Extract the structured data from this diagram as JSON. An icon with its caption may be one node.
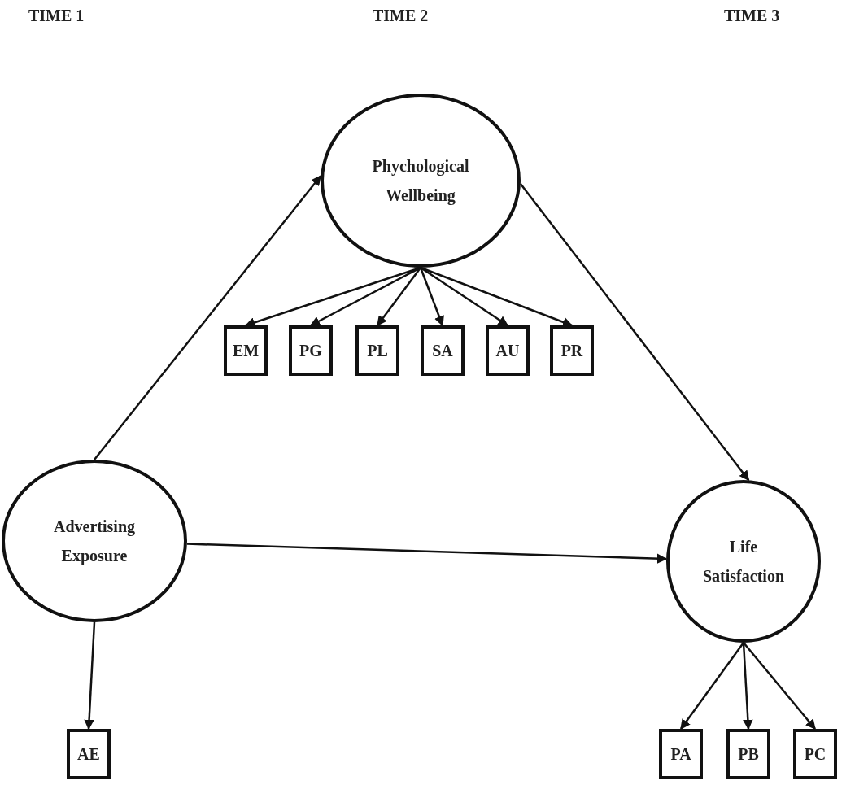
{
  "diagram": {
    "nodes": [
      {
        "text": [
          "Phychological Wellbeing"
        ]
      },
      {
        "text": [
          "EM"
        ]
      },
      {
        "text": [
          "PG"
        ]
      },
      {
        "text": [
          "PL"
        ]
      },
      {
        "text": [
          "SA"
        ]
      },
      {
        "text": [
          "AU"
        ]
      },
      {
        "text": [
          "PR"
        ]
      },
      {
        "text": [
          "Advertising Exposure"
        ]
      },
      {
        "text": [
          "Life Satisfaction"
        ]
      },
      {
        "text": [
          "AE"
        ]
      },
      {
        "text": [
          "PA"
        ]
      },
      {
        "text": [
          "PB"
        ]
      },
      {
        "text": [
          "PC"
        ]
      }
    ],
    "edges": [
      {
        "from": 7,
        "to": 0,
        "arrow": "to"
      },
      {
        "from": 0,
        "to": 8,
        "arrow": "to"
      },
      {
        "from": 7,
        "to": 8,
        "arrow": "to"
      },
      {
        "from": 0,
        "to": 1,
        "arrow": "to"
      },
      {
        "from": 0,
        "to": 2,
        "arrow": "to"
      },
      {
        "from": 0,
        "to": 3,
        "arrow": "to"
      },
      {
        "from": 0,
        "to": 4,
        "arrow": "to"
      },
      {
        "from": 0,
        "to": 5,
        "arrow": "to"
      },
      {
        "from": 0,
        "to": 6,
        "arrow": "to"
      },
      {
        "from": 7,
        "to": 9,
        "arrow": "to"
      },
      {
        "from": 8,
        "to": 10,
        "arrow": "to"
      },
      {
        "from": 8,
        "to": 11,
        "arrow": "to"
      },
      {
        "from": 8,
        "to": 12,
        "arrow": "to"
      }
    ],
    "labels": [
      "TIME 1",
      "TIME 2",
      "TIME 3"
    ]
  }
}
